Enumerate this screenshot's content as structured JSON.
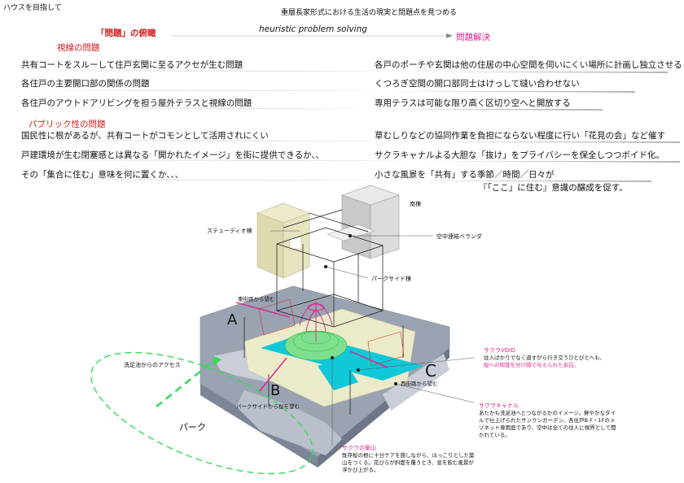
{
  "header": {
    "top_left": "ハウスを目指して",
    "top_center": "重層長家形式における生活の現実と問題点を見つめる"
  },
  "flow": {
    "left_heading": "「問題」の俯瞰",
    "center": "heuristic problem solving",
    "right_heading": "問題解決"
  },
  "sections": [
    {
      "title": "視線の問題",
      "rows": [
        {
          "problem": "共有コートをスルーして住戸玄関に至るアクセが生む問題",
          "solution": "各戸のポーチや玄関は他の住居の中心空間を伺いにくい場所に計画し独立させる"
        },
        {
          "problem": "各住戸の主要開口部の関係の問題",
          "solution": "くつろぎ空間の開口部同士はけっして縫い合わせない"
        },
        {
          "problem": "各住戸のアウトドアリビングを担う屋外テラスと視線の問題",
          "solution": "専用テラスは可能な限り高く区切り空へと開放する"
        }
      ]
    },
    {
      "title": "パブリック性の問題",
      "rows": [
        {
          "problem": "国民性に根があるが、共有コートがコモンとして活用されにくい",
          "solution": "草むしりなどの協同作業を負担にならない程度に行い「花見の会」など催す"
        },
        {
          "problem": "戸建環境が生む閉塞感とは異なる「開かれたイメージ」を街に提供できるか、、",
          "solution": "サクラキャナルよる大胆な「抜け」をプライバシーを保全しつつボイド化。"
        },
        {
          "problem": "その「集合に住む」意味を何に置くか、、、",
          "solution": "小さな風景を「共有」する季節／時間／日々が"
        }
      ]
    }
  ],
  "closing_line": "『「ここ」に住む』意識の醸成を促す。",
  "diagram": {
    "labels": {
      "south": "南棟",
      "studio": "ステューディオ棟",
      "veranda": "空中連結ベランダ",
      "parkside": "パークサイド棟",
      "east_view": "東街路から望む",
      "west_view": "西街路から望む",
      "park_view": "パークサイドから桜を望む",
      "access": "洗足池からのアクセス",
      "park": "パーク"
    },
    "letters": [
      "A",
      "B",
      "C"
    ],
    "annotations": [
      {
        "title": "サクラVOID",
        "body": "住人ばかりでなく道すがら行き交うひとびとへも、",
        "highlight": "桜への知覚を分け隔て与えられた余白。"
      },
      {
        "title": "サクラキャナル",
        "body": "あたかも洗足池へとつながるかのイメージ。鮮やかなタイルで仕上げられたサンクンガーデン、各住戸B F・1Fのメゾネット専用庭であり、空中は全ての住人に視界として開かれている。",
        "highlight": ""
      },
      {
        "title": "サクラの築山",
        "body": "既存桜の根に十分ケアを施しながら、ほっこりとした築山をつくる。花びらが斜面を覆うとき、息を飲む風景が浮かび上がる。",
        "highlight": ""
      }
    ]
  },
  "colors": {
    "red": "#d01a1a",
    "pink": "#e0208a",
    "cyan": "#10c8d8",
    "green": "#33dd55",
    "ground": "#9aa3b2",
    "beige": "#ecebc9"
  }
}
